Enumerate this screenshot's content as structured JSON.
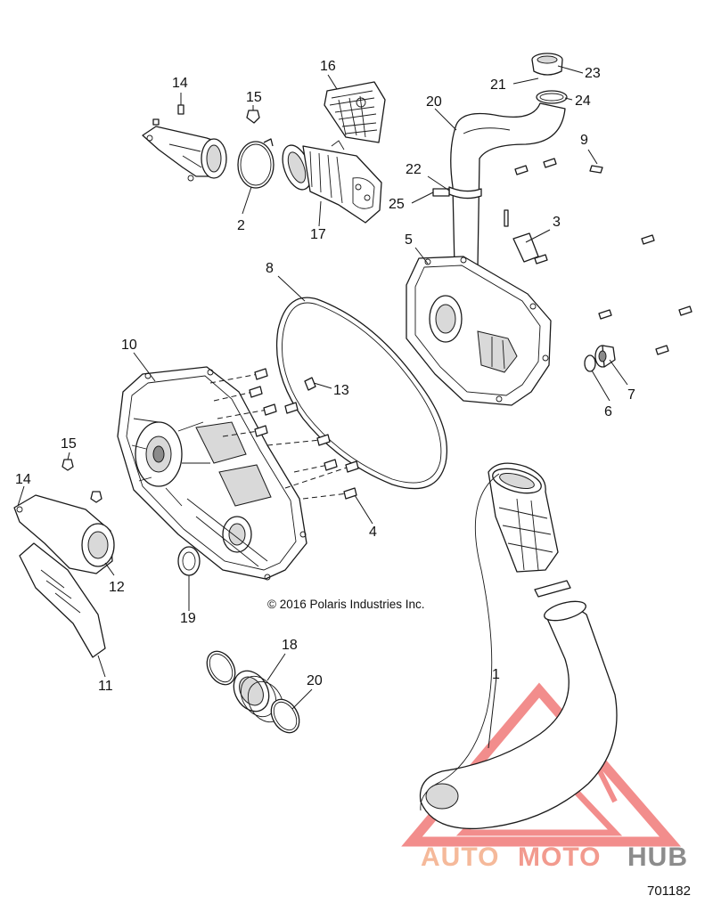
{
  "diagram": {
    "copyright": "© 2016 Polaris Industries Inc.",
    "document_number": "701182",
    "callouts": [
      "1",
      "2",
      "3",
      "4",
      "5",
      "6",
      "7",
      "8",
      "9",
      "10",
      "11",
      "12",
      "13",
      "14",
      "15",
      "16",
      "17",
      "18",
      "19",
      "20",
      "21",
      "22",
      "23",
      "24",
      "25"
    ],
    "watermark": {
      "brand_part_1": "AUTO",
      "brand_part_2": "MOTO",
      "brand_part_3": "HUB",
      "colors": {
        "auto": "#f5b99a",
        "moto": "#f29a8e",
        "hub": "#8c8c8c",
        "triangle": "#f07a78"
      }
    }
  }
}
